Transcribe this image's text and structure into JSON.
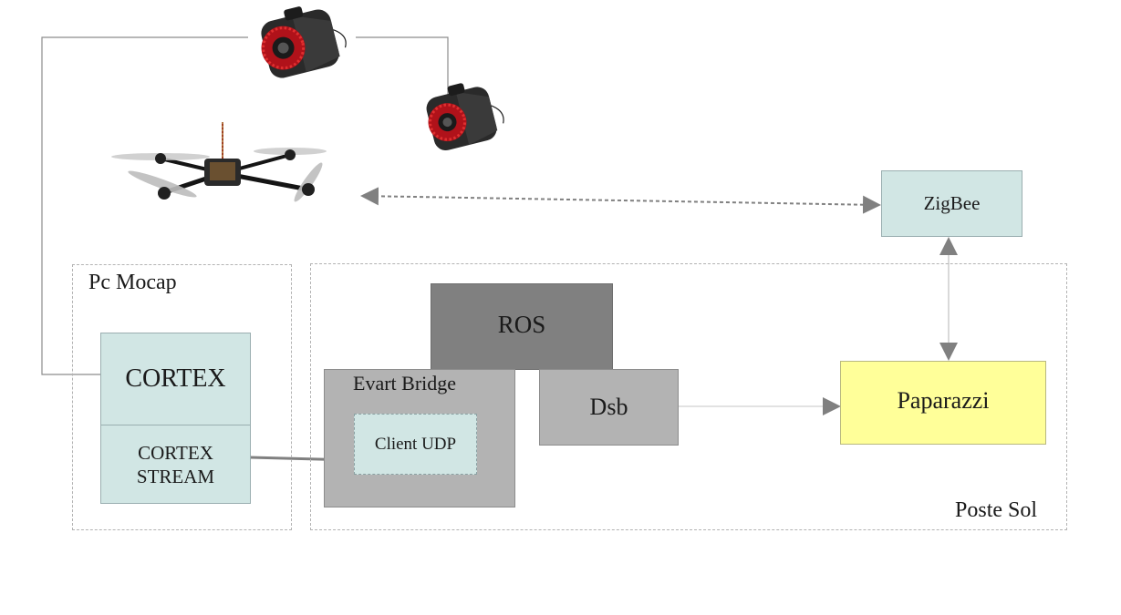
{
  "groups": {
    "pc_mocap": {
      "label": "Pc Mocap"
    },
    "poste_sol": {
      "label": "Poste Sol"
    }
  },
  "nodes": {
    "cortex": "CORTEX",
    "cortex_stream": "CORTEX\nSTREAM",
    "ros": "ROS",
    "evart_bridge": "Evart Bridge",
    "client_udp": "Client UDP",
    "dsb": "Dsb",
    "paparazzi": "Paparazzi",
    "zigbee": "ZigBee"
  },
  "icons": [
    "mocap-camera-icon",
    "mocap-camera-icon",
    "quadcopter-drone-icon"
  ],
  "colors": {
    "teal_box": "#d1e6e4",
    "ros_box": "#808080",
    "evart_box": "#b3b3b3",
    "dsb_box": "#b3b3b3",
    "paparazzi_box": "#ffff99",
    "arrow": "#808080"
  }
}
